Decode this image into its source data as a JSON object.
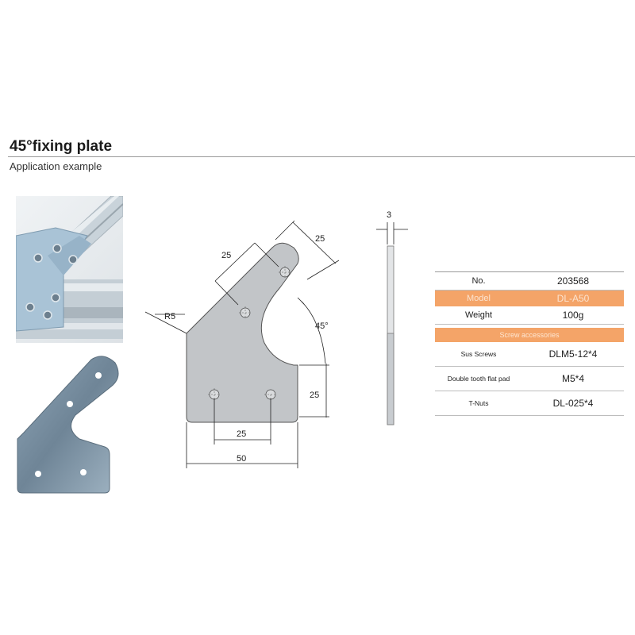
{
  "header": {
    "title": "45°fixing plate",
    "subtitle": "Application example"
  },
  "drawing": {
    "dim_top_right": "25",
    "dim_diagonal": "25",
    "dim_radius": "R5",
    "dim_angle": "45°",
    "dim_vertical": "25",
    "dim_hole_spacing": "25",
    "dim_width": "50",
    "dim_thickness": "3"
  },
  "spec_table": {
    "no_label": "No.",
    "no_value": "203568",
    "model_label": "Model",
    "model_value": "DL-A50",
    "weight_label": "Weight",
    "weight_value": "100g",
    "accessories_header": "Screw accessories",
    "sus_screws_label": "Sus Screws",
    "sus_screws_value": "DLM5-12*4",
    "flat_pad_label": "Double tooth flat pad",
    "flat_pad_value": "M5*4",
    "tnuts_label": "T-Nuts",
    "tnuts_value": "DL-025*4"
  },
  "colors": {
    "accent_orange": "#f4a468",
    "plate_gray": "#c2c5c8"
  }
}
